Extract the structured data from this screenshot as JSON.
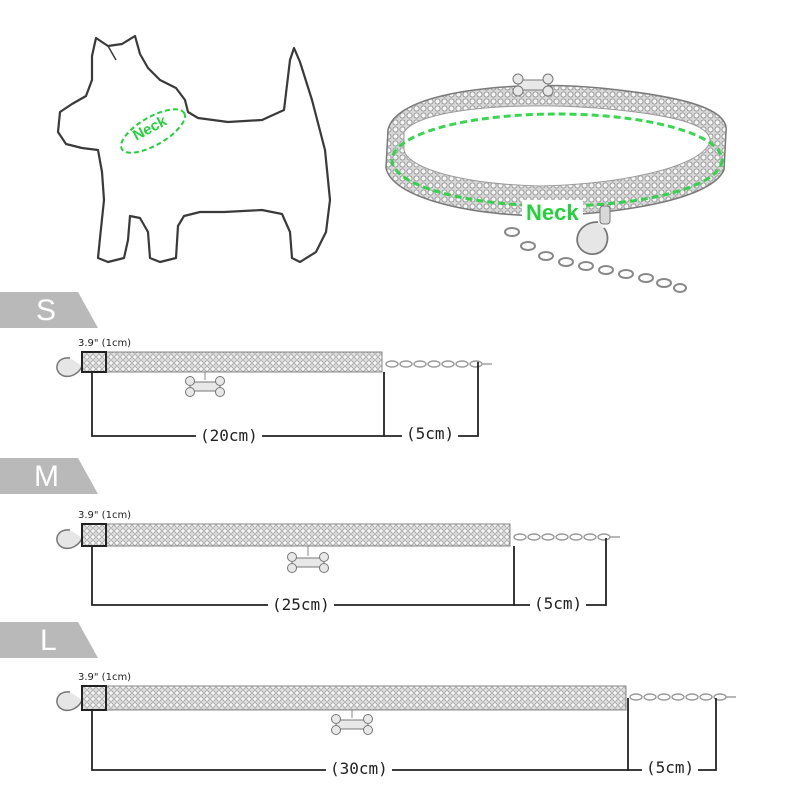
{
  "illustration": {
    "dog_neck_label": "Neck",
    "collar_neck_label": "Neck"
  },
  "accent_color": "#23d13c",
  "tab_color": "#b9b9b9",
  "sizes": [
    {
      "letter": "S",
      "thickness_label": "3.9\" (1cm)",
      "length_label": "(20cm)",
      "extension_label": "(5cm)"
    },
    {
      "letter": "M",
      "thickness_label": "3.9\" (1cm)",
      "length_label": "(25cm)",
      "extension_label": "(5cm)"
    },
    {
      "letter": "L",
      "thickness_label": "3.9\" (1cm)",
      "length_label": "(30cm)",
      "extension_label": "(5cm)"
    }
  ]
}
